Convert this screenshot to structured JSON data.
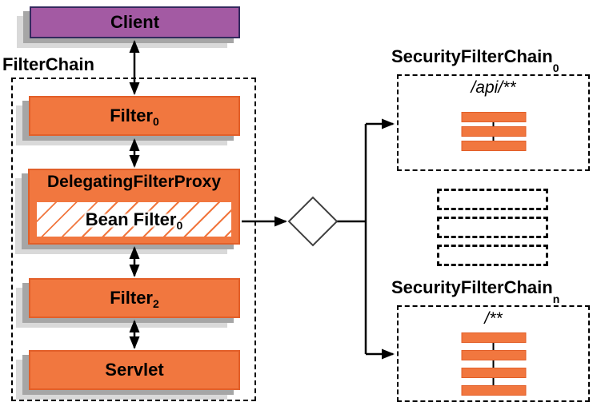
{
  "colors": {
    "orange": "#f1773f",
    "orange_border": "#e25f29",
    "purple": "#a35aa3",
    "purple_border": "#33295e",
    "shadow_dark": "#a6a6a6",
    "shadow_light": "#d9d9d9",
    "connector": "#000000",
    "diamond_border": "#404040"
  },
  "client": {
    "label": "Client"
  },
  "filterchain": {
    "title": "FilterChain",
    "filter0": {
      "label": "Filter",
      "sub": "0"
    },
    "proxy": {
      "title": "DelegatingFilterProxy",
      "bean": {
        "label": "Bean Filter",
        "sub": "0"
      }
    },
    "filter2": {
      "label": "Filter",
      "sub": "2"
    },
    "servlet": {
      "label": "Servlet"
    }
  },
  "decision": {
    "label": "?"
  },
  "security_chain_0": {
    "title": "SecurityFilterChain",
    "sub": "0",
    "url_pattern": "/api/**",
    "filter_bar_count": 3
  },
  "placeholder_chains": {
    "count": 3
  },
  "security_chain_n": {
    "title": "SecurityFilterChain",
    "sub": "n",
    "url_pattern": "/**",
    "filter_bar_count": 4
  }
}
